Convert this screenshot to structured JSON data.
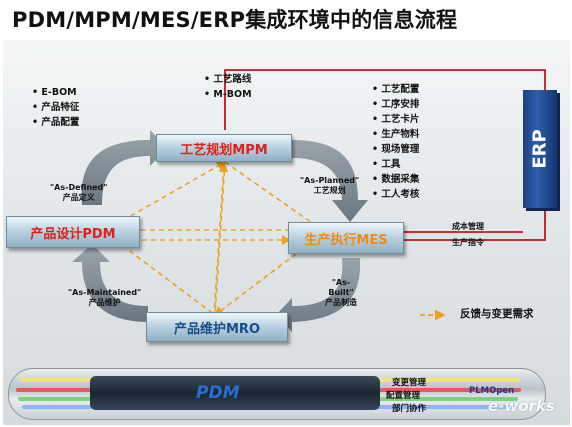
{
  "title": "PDM/MPM/MES/ERP集成环境中的信息流程",
  "nodes": {
    "mpm": "工艺规划MPM",
    "pdm": "产品设计PDM",
    "mes": "生产执行MES",
    "mro": "产品维护MRO",
    "erp": "ERP"
  },
  "lists": {
    "pdm_items": [
      "E-BOM",
      "产品特征",
      "产品配置"
    ],
    "mpm_items": [
      "工艺路线",
      "M-BOM"
    ],
    "mes_items": [
      "工艺配置",
      "工序安排",
      "工艺卡片",
      "生产物料",
      "现场管理",
      "工具",
      "数据采集",
      "工人考核"
    ]
  },
  "captions": {
    "as_defined": [
      "\"As-Defined\"",
      "产品定义"
    ],
    "as_planned": [
      "\"As-Planned\"",
      "工艺规划"
    ],
    "as_built": [
      "\"As-",
      "Built\"",
      "产品制造"
    ],
    "as_maintained": [
      "\"As-Maintained\"",
      "产品维护"
    ],
    "cost_mgmt": "成本管理",
    "prod_cmd": "生产指令"
  },
  "legend": "反馈与变更需求",
  "pipe": {
    "label": "PDM",
    "flows": [
      "变更管理",
      "配置管理",
      "部门协作"
    ],
    "plm": "PLMOpen",
    "watermark": "e-works"
  },
  "colors": {
    "accent_red": "#e0201a",
    "accent_orange": "#f08a16",
    "node_blue": "#1a4c88",
    "erp_blue": "#1d3f83",
    "connector_red": "#c0171c",
    "dashed_orange": "#f0a020"
  }
}
